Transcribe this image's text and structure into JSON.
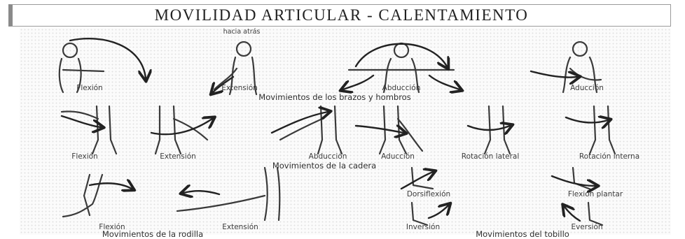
{
  "title": "MOVILIDAD ARTICULAR - CALENTAMIENTO",
  "arms": {
    "top_note": "hacia atrás",
    "labels": [
      "Flexión",
      "Extensión",
      "Abducción",
      "Aducción"
    ],
    "group": "Movimientos de los brazos y hombros"
  },
  "hip": {
    "labels": [
      "Flexión",
      "Extensión",
      "Abducción",
      "Aducción",
      "Rotación lateral",
      "Rotación interna"
    ],
    "group": "Movimientos de la cadera"
  },
  "knee": {
    "labels": [
      "Flexión",
      "Extensión"
    ],
    "group": "Movimientos de la rodilla"
  },
  "ankle": {
    "labels": [
      "Dorsiflexión",
      "Flexión plantar",
      "Inversión",
      "Eversión"
    ],
    "group": "Movimientos del tobillo"
  }
}
